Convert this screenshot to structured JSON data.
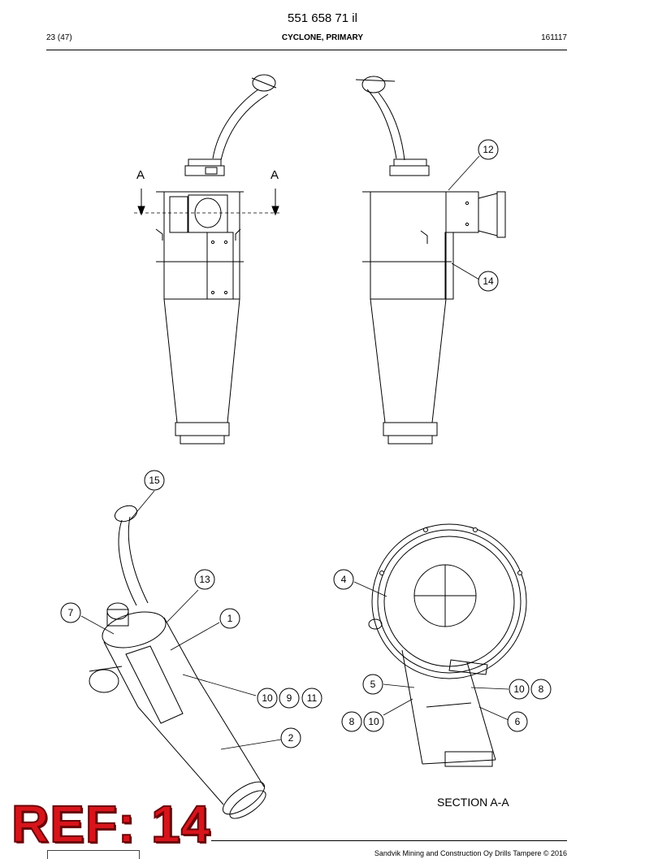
{
  "header": {
    "doc_number": "551 658 71 il",
    "page": "23 (47)",
    "title": "CYCLONE, PRIMARY",
    "code": "161117"
  },
  "section_marks": {
    "left": "A",
    "right": "A"
  },
  "section_label": "SECTION A-A",
  "callouts": {
    "c12": "12",
    "c14": "14",
    "c15": "15",
    "c13": "13",
    "c7": "7",
    "c1": "1",
    "c10a": "10",
    "c9": "9",
    "c11": "11",
    "c2": "2",
    "c4": "4",
    "c5": "5",
    "c10b": "10",
    "c8a": "8",
    "c8b": "8",
    "c10c": "10",
    "c6": "6"
  },
  "ref_badge": "REF: 14",
  "footer": {
    "copyright": "Sandvik Mining and Construction Oy Drills Tampere © 2016"
  }
}
